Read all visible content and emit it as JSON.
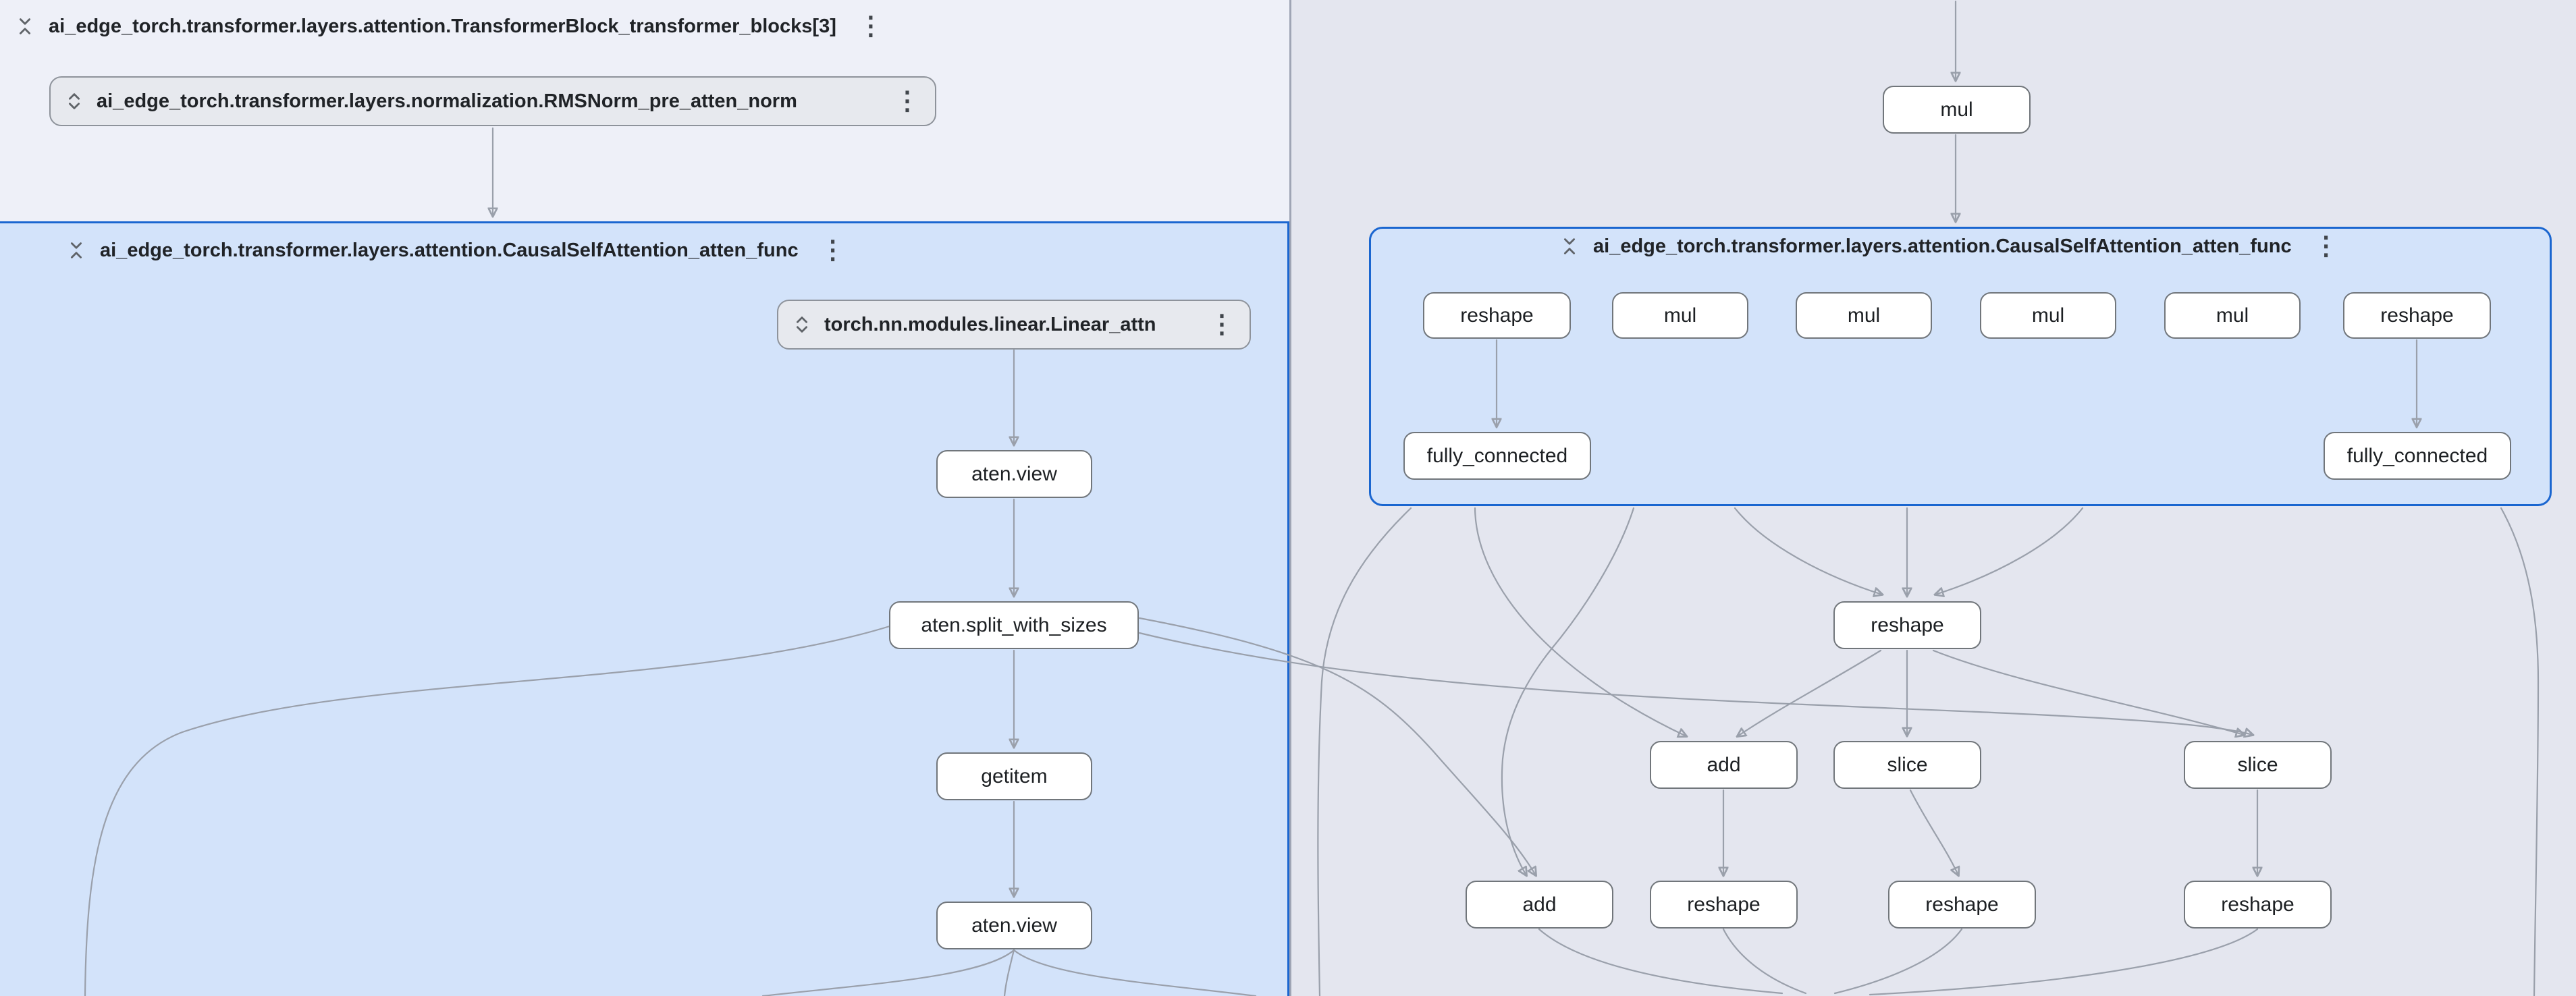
{
  "colors": {
    "accent_blue": "#1a66d0",
    "left_pane_bg": "#eef0f8",
    "right_pane_bg": "#e4e6ef",
    "expanded_region_bg": "#d3e3fa",
    "node_bg": "#ffffff",
    "node_border": "#71767b",
    "group_node_bg": "#e7e9ee",
    "group_node_border": "#8e939b",
    "edge_color": "#9aa0ab"
  },
  "icons": {
    "kebab": "⋮",
    "collapse": "unfold-less-icon",
    "expand": "unfold-more-icon"
  },
  "left_pane": {
    "header": {
      "title": "ai_edge_torch.transformer.layers.attention.TransformerBlock_transformer_blocks[3]"
    },
    "rmsnorm_group": {
      "label": "ai_edge_torch.transformer.layers.normalization.RMSNorm_pre_atten_norm"
    },
    "attention_region": {
      "title": "ai_edge_torch.transformer.layers.attention.CausalSelfAttention_atten_func",
      "linear_group": {
        "label": "torch.nn.modules.linear.Linear_attn"
      },
      "nodes": {
        "view1": "aten.view",
        "split": "aten.split_with_sizes",
        "getitem": "getitem",
        "view2": "aten.view"
      }
    }
  },
  "right_pane": {
    "top_node": {
      "label": "mul"
    },
    "attention_region": {
      "title": "ai_edge_torch.transformer.layers.attention.CausalSelfAttention_atten_func",
      "row1": [
        "reshape",
        "mul",
        "mul",
        "mul",
        "mul",
        "reshape"
      ],
      "row2": [
        "fully_connected",
        "fully_connected"
      ]
    },
    "nodes": {
      "reshape_mid": "reshape",
      "add_left": "add",
      "slice_mid": "slice",
      "slice_right": "slice",
      "add_bottom": "add",
      "reshape_b1": "reshape",
      "reshape_b2": "reshape",
      "reshape_b3": "reshape"
    }
  }
}
